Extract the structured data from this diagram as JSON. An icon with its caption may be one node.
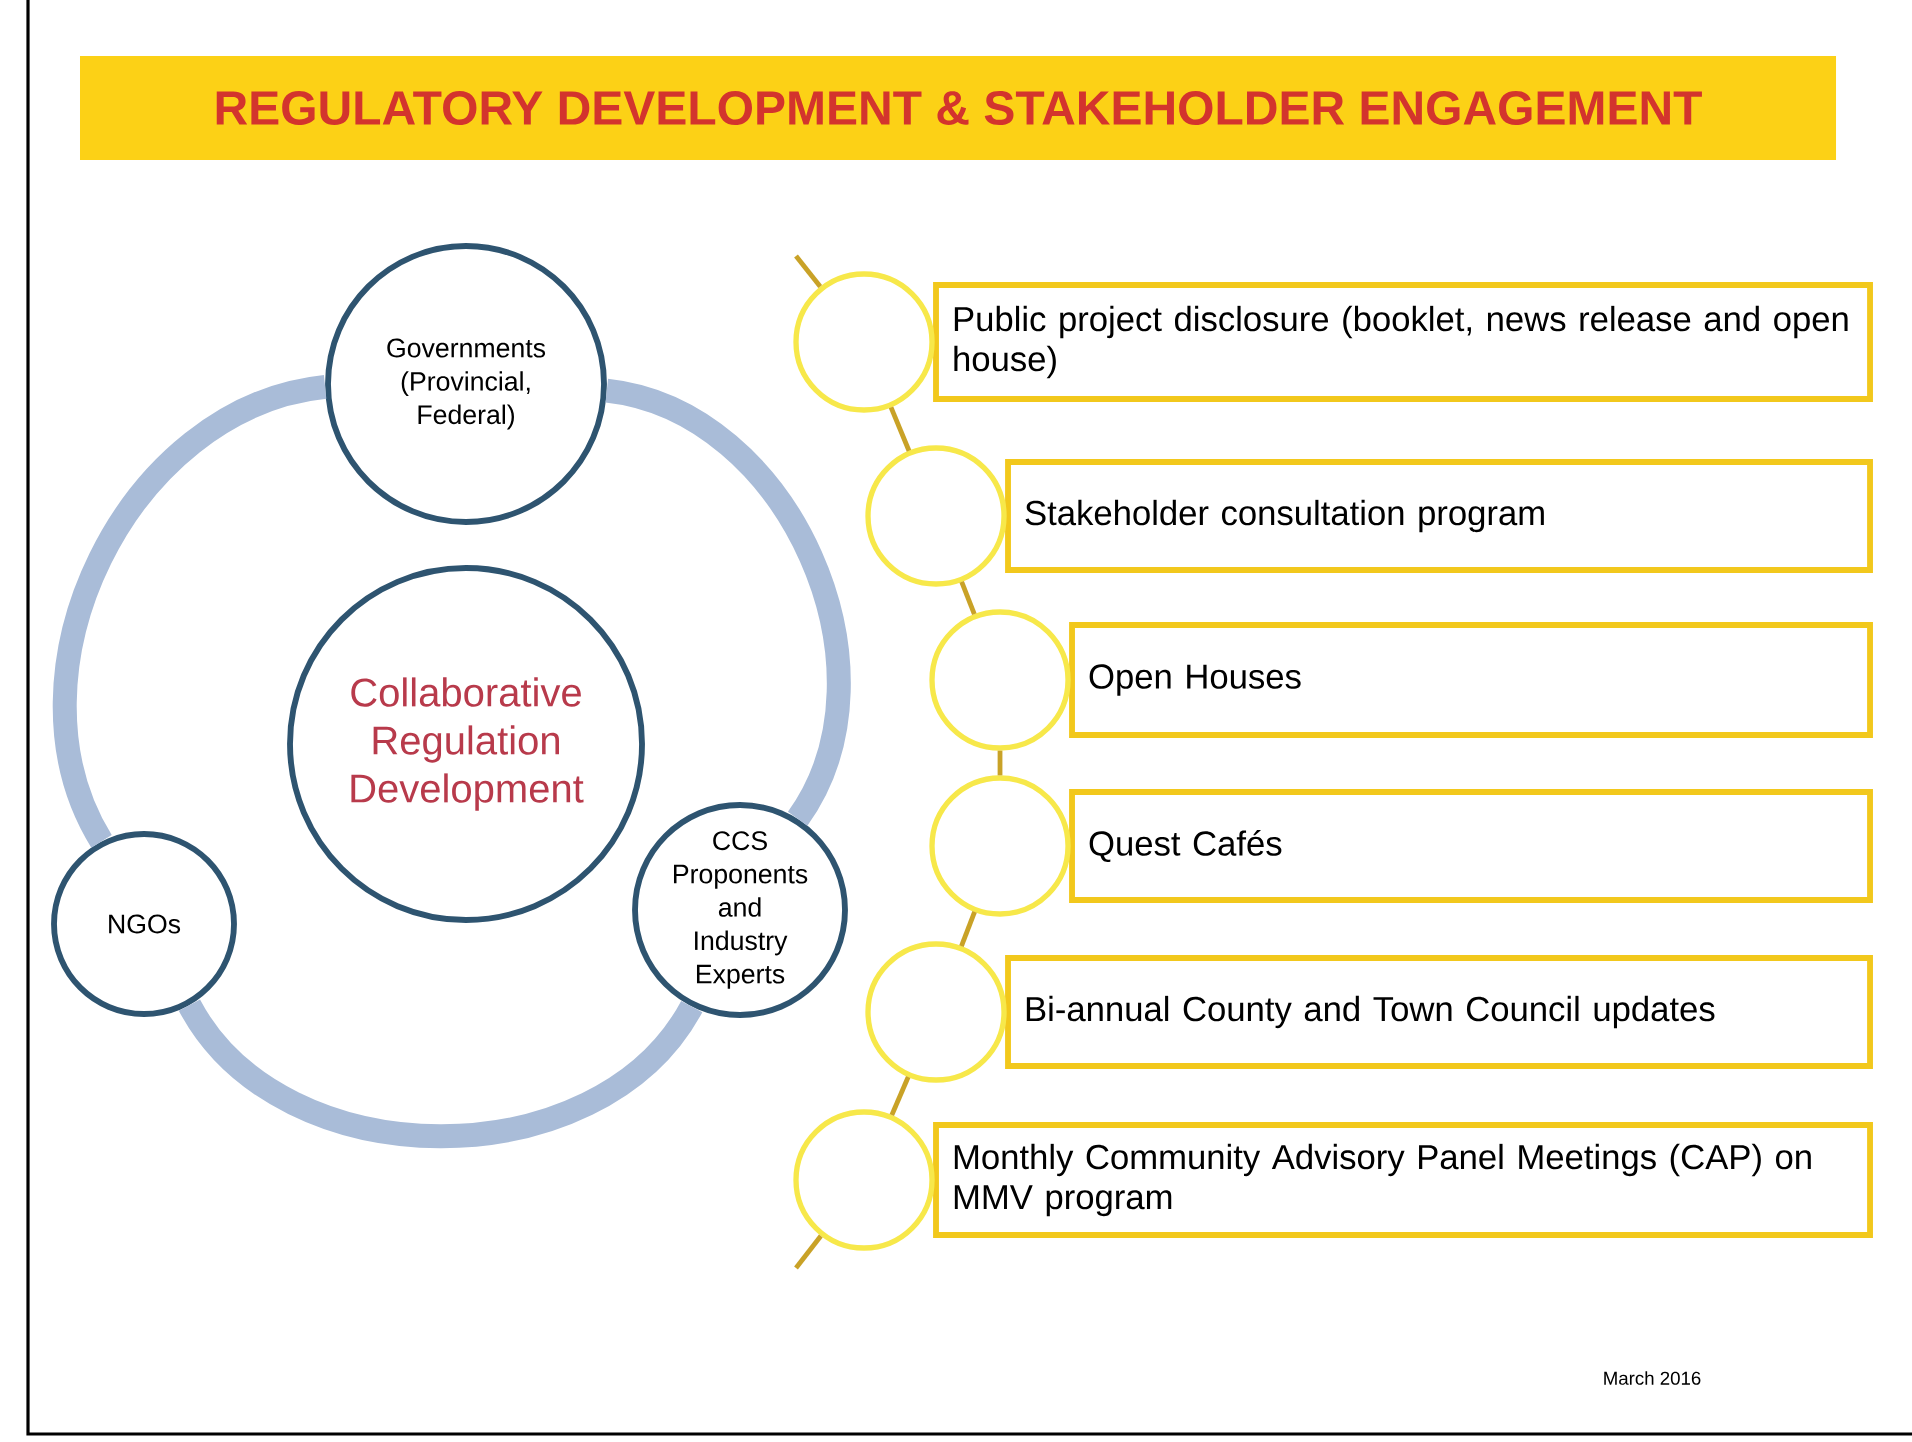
{
  "diagram": {
    "title": "REGULATORY DEVELOPMENT & STAKEHOLDER ENGAGEMENT",
    "nodes": [
      {
        "text": [
          "Governments (Provincial, Federal)"
        ]
      },
      {
        "text": [
          "Collaborative Regulation Development"
        ]
      },
      {
        "text": [
          "NGOs"
        ]
      },
      {
        "text": [
          "CCS Proponents and Industry Experts"
        ]
      },
      {
        "text": [],
        "shape": "circle"
      },
      {
        "text": [
          "Public project disclosure (booklet, news release and open house)"
        ]
      },
      {
        "text": [],
        "shape": "circle"
      },
      {
        "text": [
          "Stakeholder consultation program"
        ]
      },
      {
        "text": [],
        "shape": "circle"
      },
      {
        "text": [
          "Open Houses"
        ]
      },
      {
        "text": [],
        "shape": "circle"
      },
      {
        "text": [
          "Quest Cafés"
        ]
      },
      {
        "text": [],
        "shape": "circle"
      },
      {
        "text": [
          "Bi-annual County and Town Council updates"
        ]
      },
      {
        "text": [],
        "shape": "circle"
      },
      {
        "text": [
          "Monthly Community Advisory Panel Meetings (CAP) on MMV program"
        ]
      }
    ],
    "edges": [
      {
        "from": 0,
        "to": 3,
        "arrow": "none",
        "style": "thick",
        "color": "#a9bcd8"
      },
      {
        "from": 3,
        "to": 2,
        "arrow": "none",
        "style": "thick",
        "color": "#a9bcd8"
      },
      {
        "from": 2,
        "to": 0,
        "arrow": "none",
        "style": "thick",
        "color": "#a9bcd8"
      },
      {
        "from": null,
        "to": 4,
        "arrow": "none"
      },
      {
        "from": 4,
        "to": 6,
        "arrow": "none"
      },
      {
        "from": 6,
        "to": 8,
        "arrow": "none"
      },
      {
        "from": 8,
        "to": 10,
        "arrow": "none"
      },
      {
        "from": 10,
        "to": 12,
        "arrow": "none"
      },
      {
        "from": 12,
        "to": 14,
        "arrow": "none"
      },
      {
        "from": 14,
        "to": null,
        "arrow": "none"
      }
    ],
    "labels": [
      "March 2016"
    ]
  }
}
